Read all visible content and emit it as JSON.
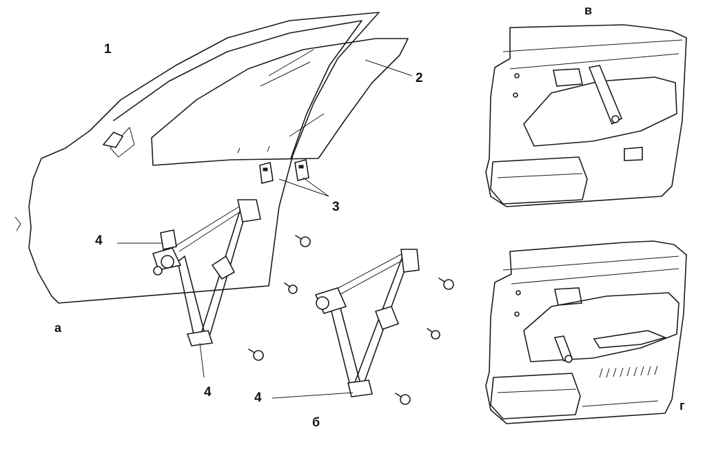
{
  "callouts": {
    "n1": "1",
    "n2": "2",
    "n3": "3",
    "n4a": "4",
    "n4b": "4",
    "n4c": "4"
  },
  "views": {
    "a": "а",
    "b": "б",
    "v": "в",
    "g": "г"
  }
}
